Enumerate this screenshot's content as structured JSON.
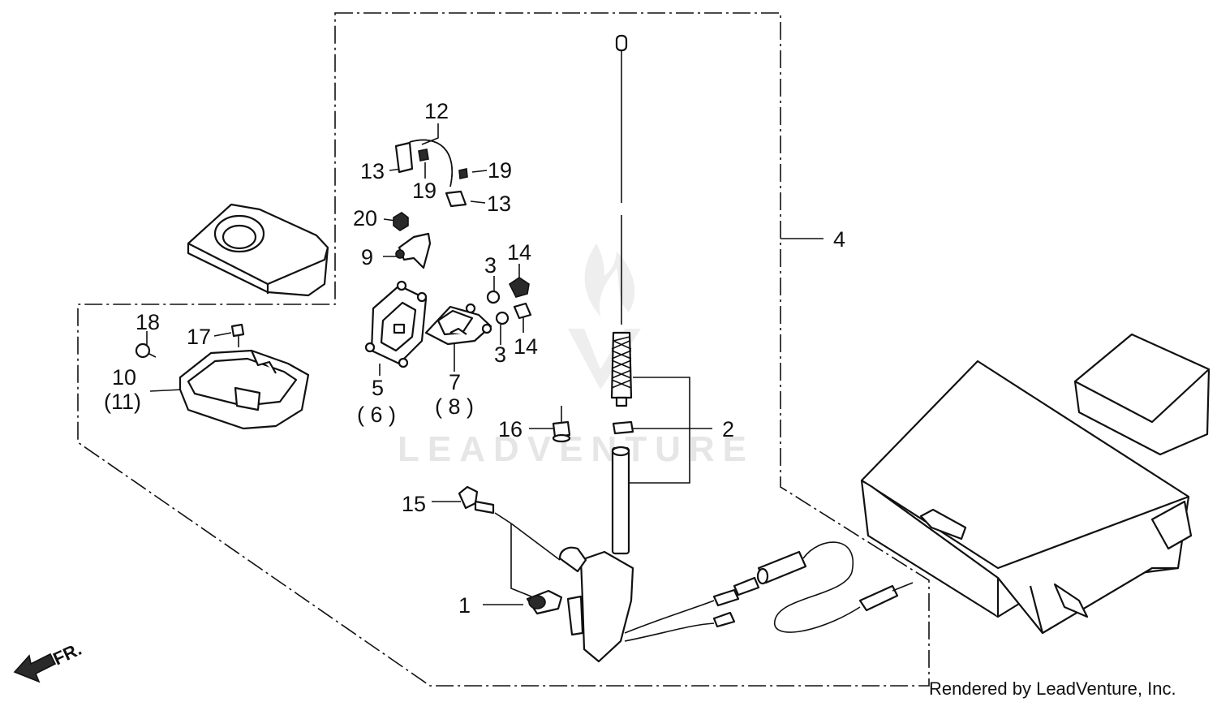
{
  "callouts": {
    "c1": "1",
    "c2": "2",
    "c3a": "3",
    "c3b": "3",
    "c4": "4",
    "c5": "5",
    "c6": "( 6 )",
    "c7": "7",
    "c8": "( 8 )",
    "c9": "9",
    "c10": "10",
    "c11": "(11)",
    "c12": "12",
    "c13a": "13",
    "c13b": "13",
    "c14a": "14",
    "c14b": "14",
    "c15": "15",
    "c16": "16",
    "c17": "17",
    "c18": "18",
    "c19a": "19",
    "c19b": "19",
    "c20": "20"
  },
  "direction": "FR.",
  "watermark": "LEADVENTURE",
  "footer": "Rendered by LeadVenture, Inc."
}
